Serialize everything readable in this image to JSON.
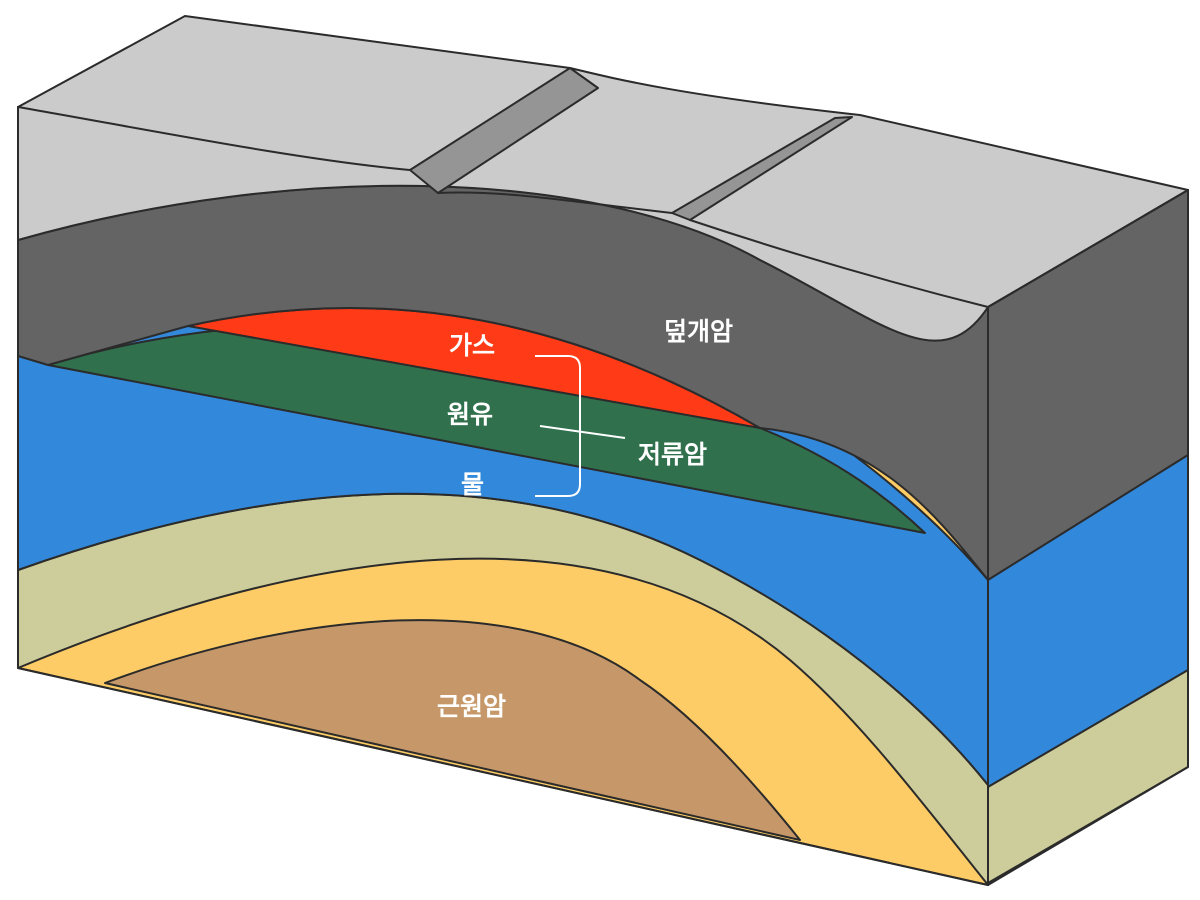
{
  "labels": {
    "cap_rock": "덮개암",
    "gas": "가스",
    "oil": "원유",
    "water": "물",
    "reservoir_rock": "저류암",
    "source_rock": "근원암"
  },
  "colors": {
    "surface": "#cbcbcb",
    "fault_scarp": "#959595",
    "cap_rock": "#646464",
    "gas": "#ff3a17",
    "oil": "#30704c",
    "water": "#3289db",
    "olive_layer": "#cdcd9b",
    "yellow_layer": "#fdcc66",
    "source_rock": "#c69869",
    "outline": "#2b2b2b"
  }
}
